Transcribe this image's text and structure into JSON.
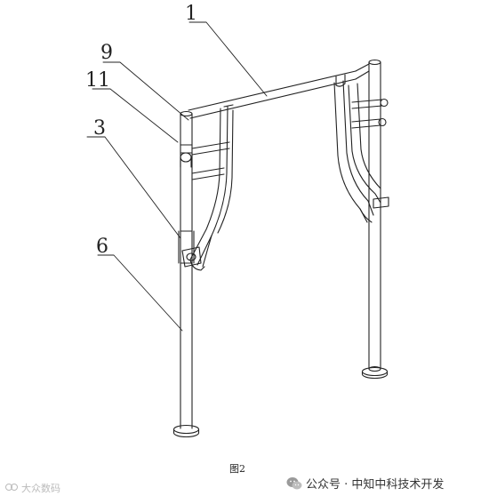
{
  "figure": {
    "caption": "图2",
    "labels": {
      "l1": "1",
      "l9": "9",
      "l11": "11",
      "l3": "3",
      "l6": "6"
    }
  },
  "brand": {
    "icon": "wechat-icon",
    "text": "公众号 · 中知中科技术开发"
  },
  "watermark": {
    "text": "大众数码"
  }
}
